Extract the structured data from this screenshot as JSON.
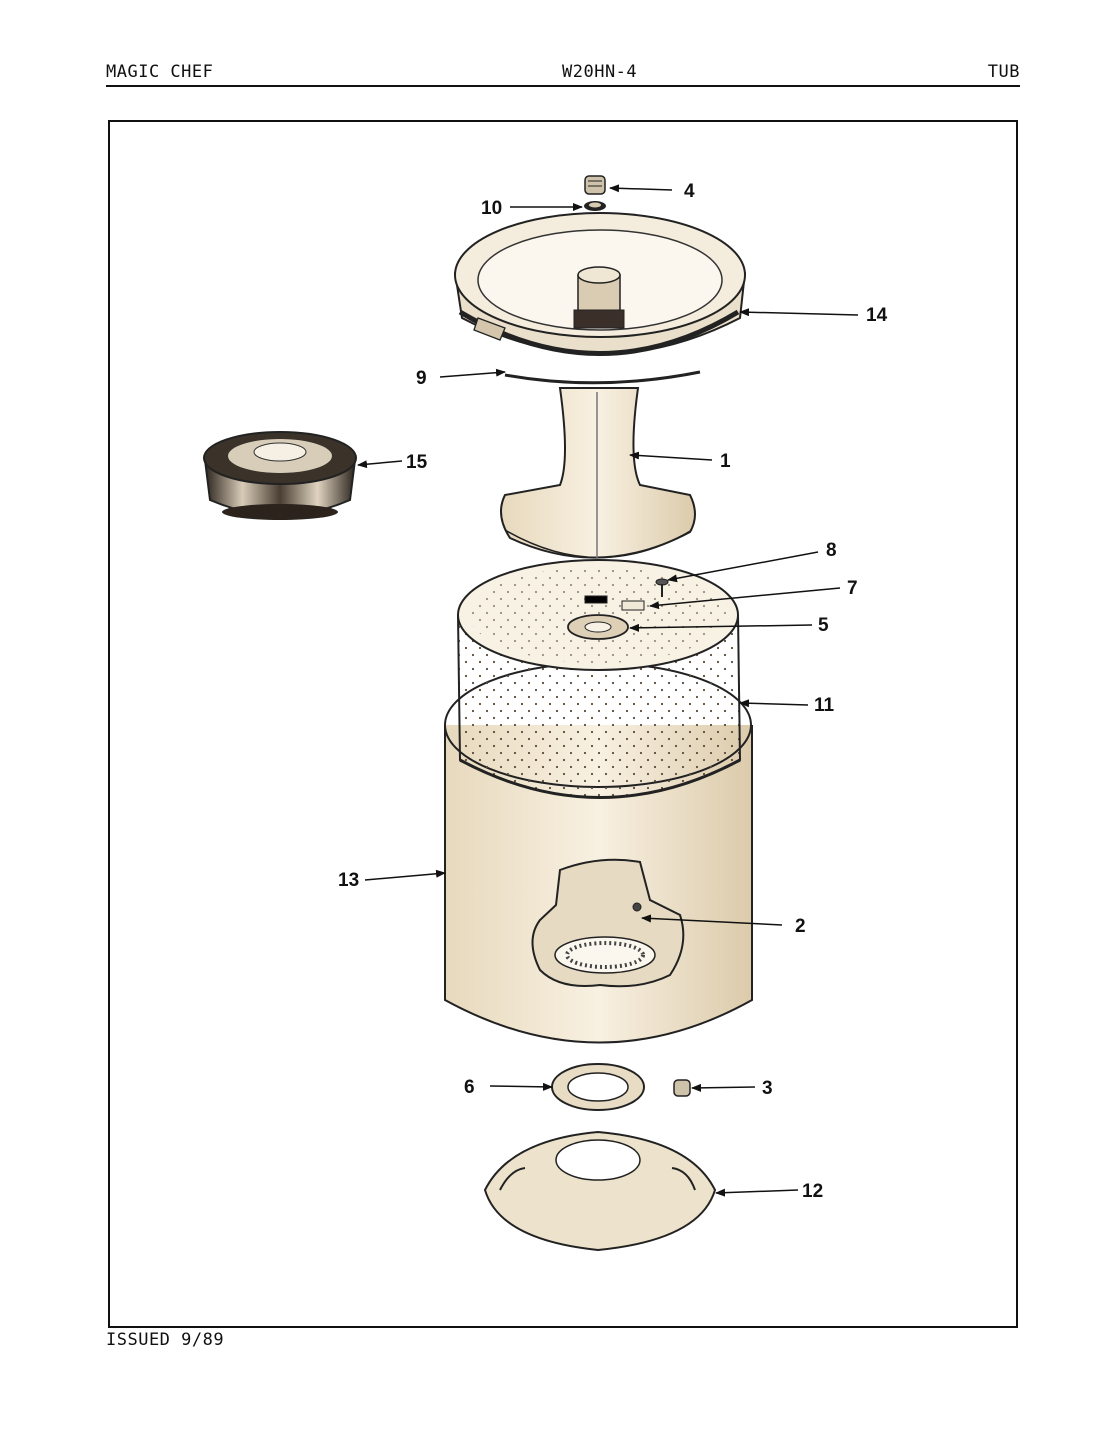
{
  "header": {
    "brand": "MAGIC CHEF",
    "model": "W20HN-4",
    "section": "TUB"
  },
  "footer": {
    "issued": "ISSUED 9/89"
  },
  "callouts": {
    "c1": "1",
    "c2": "2",
    "c3": "3",
    "c4": "4",
    "c5": "5",
    "c6": "6",
    "c7": "7",
    "c8": "8",
    "c9": "9",
    "c10": "10",
    "c11": "11",
    "c12": "12",
    "c13": "13",
    "c14": "14",
    "c15": "15"
  }
}
